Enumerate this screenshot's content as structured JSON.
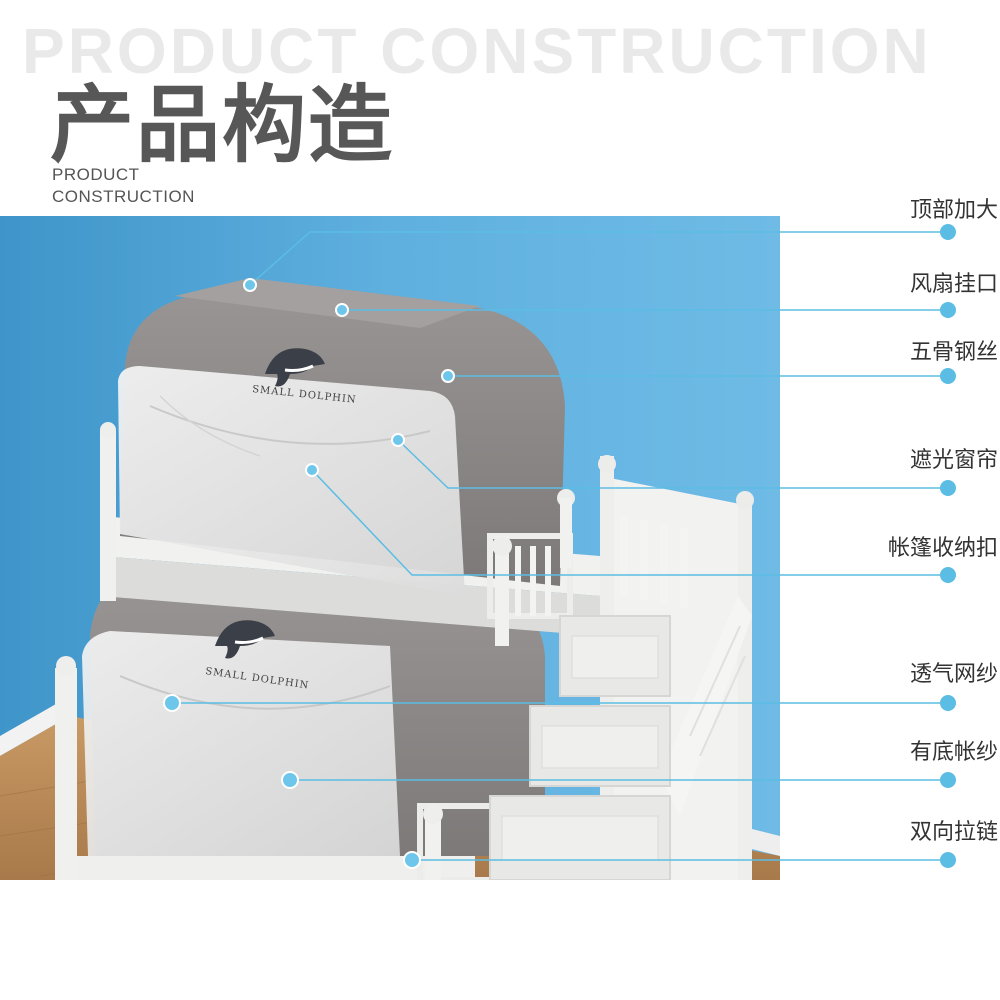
{
  "header": {
    "watermark": "PRODUCT CONSTRUCTION",
    "title_cn": "产品构造",
    "title_en_line1": "PRODUCT",
    "title_en_line2": "CONSTRUCTION"
  },
  "product": {
    "brand_top": "SMALL  DOLPHIN",
    "brand_bottom": "SMALL  DOLPHIN"
  },
  "features": [
    {
      "label": "顶部加大"
    },
    {
      "label": "风扇挂口"
    },
    {
      "label": "五骨钢丝"
    },
    {
      "label": "遮光窗帘"
    },
    {
      "label": "帐篷收纳扣"
    },
    {
      "label": "透气网纱"
    },
    {
      "label": "有底帐纱"
    },
    {
      "label": "双向拉链"
    }
  ],
  "colors": {
    "accent": "#5bbde4",
    "wall": "#5aa9d8",
    "tent": "#8a8685",
    "floor": "#b98a56",
    "bed": "#f2f2f0"
  }
}
